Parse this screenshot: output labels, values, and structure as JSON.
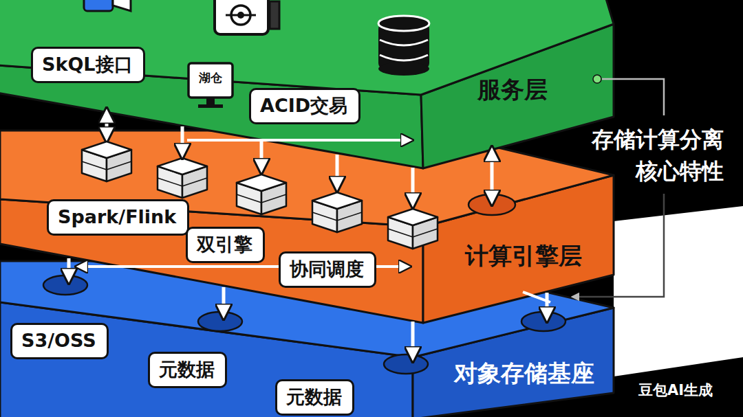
{
  "diagram": {
    "nodes": [
      {
        "text": [
          "服务层"
        ]
      },
      {
        "text": [
          "SkQL接口"
        ],
        "in": 0
      },
      {
        "text": [
          "ACID交易"
        ],
        "in": 0
      },
      {
        "text": [
          "计算引擎层"
        ]
      },
      {
        "text": [
          "Spark/Flink"
        ],
        "in": 3
      },
      {
        "text": [
          "双引擎"
        ],
        "in": 3
      },
      {
        "text": [
          "协同调度"
        ],
        "in": 3
      },
      {
        "text": [
          "对象存储基座"
        ]
      },
      {
        "text": [
          "S3/OSS"
        ],
        "in": 7
      },
      {
        "text": [
          "元数据"
        ],
        "in": 7
      },
      {
        "text": [
          "元数据"
        ],
        "in": 7
      }
    ],
    "edges": [
      {
        "from": 0,
        "to": 3,
        "arrow": "both"
      },
      {
        "from": 0,
        "to": 3,
        "arrow": "to"
      },
      {
        "from": 3,
        "to": 7,
        "arrow": "to"
      }
    ],
    "labels": [
      "湖仓",
      "存储计算分离 核心特性",
      "豆包AI生成"
    ]
  }
}
